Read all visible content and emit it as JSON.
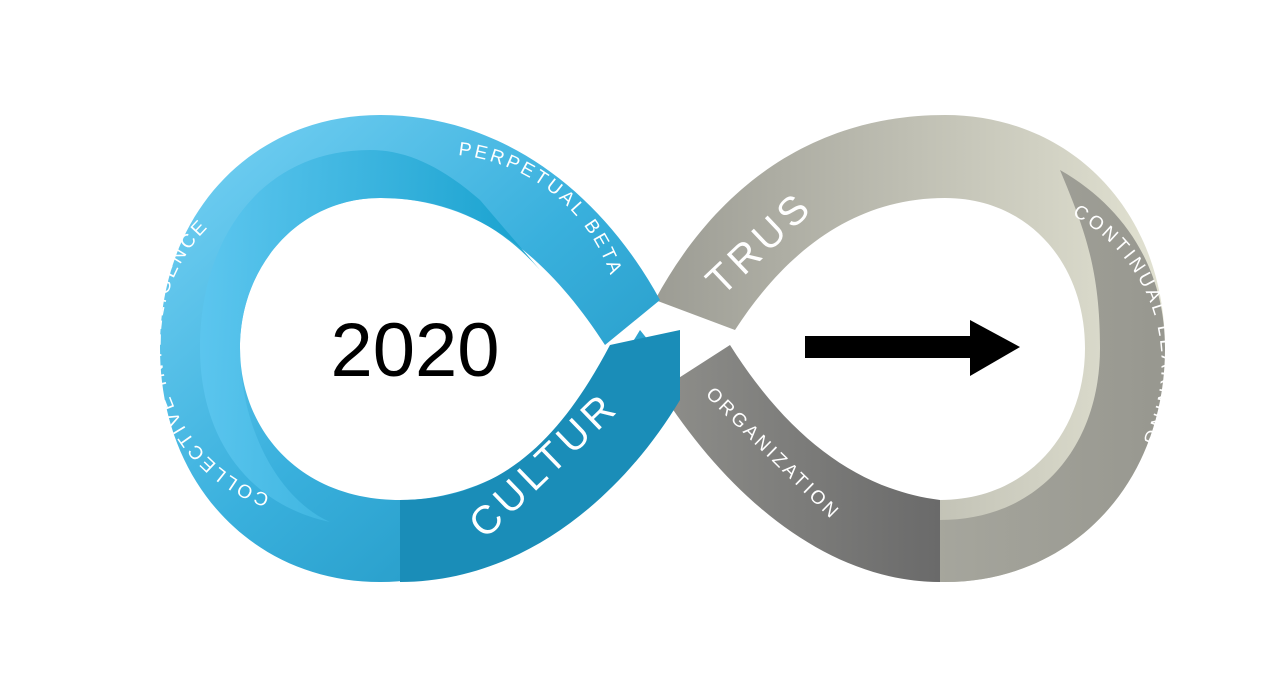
{
  "year": "2020",
  "labels": {
    "collective_intelligence": "COLLECTIVE INTELLIGENCE",
    "perpetual_beta": "PERPETUAL BETA",
    "culture": "CULTURE",
    "trust": "TRUST",
    "organization": "ORGANIZATION",
    "continual_learning": "CONTINUAL LEARNING"
  },
  "colors": {
    "blue_light": "#6fcdf2",
    "blue_mid": "#2fa6d6",
    "blue_dark": "#1483ac",
    "gray_light": "#dcdccd",
    "gray_mid": "#a4a49c",
    "gray_dark": "#6e6e6e",
    "arrow": "#000000"
  },
  "icons": {
    "arrow": "right-arrow-icon"
  }
}
